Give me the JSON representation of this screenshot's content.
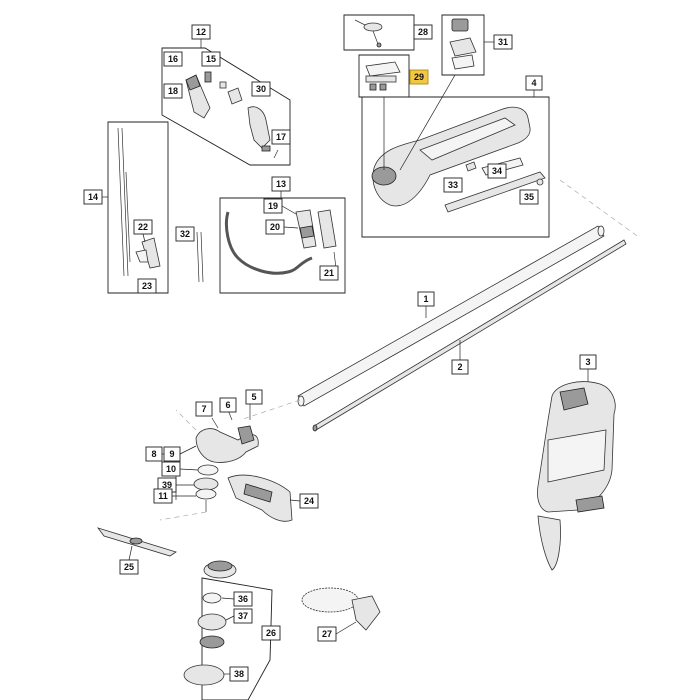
{
  "labels": {
    "l1": "1",
    "l2": "2",
    "l3": "3",
    "l4": "4",
    "l5": "5",
    "l6": "6",
    "l7": "7",
    "l8": "8",
    "l9": "9",
    "l10": "10",
    "l11": "11",
    "l12": "12",
    "l13": "13",
    "l14": "14",
    "l15": "15",
    "l16": "16",
    "l17": "17",
    "l18": "18",
    "l19": "19",
    "l20": "20",
    "l21": "21",
    "l22": "22",
    "l23": "23",
    "l24": "24",
    "l25": "25",
    "l26": "26",
    "l27": "27",
    "l28": "28",
    "l29": "29",
    "l30": "30",
    "l31": "31",
    "l32": "32",
    "l33": "33",
    "l34": "34",
    "l35": "35",
    "l36": "36",
    "l37": "37",
    "l38": "38",
    "l39": "39"
  },
  "highlight_color": "#f2c744"
}
